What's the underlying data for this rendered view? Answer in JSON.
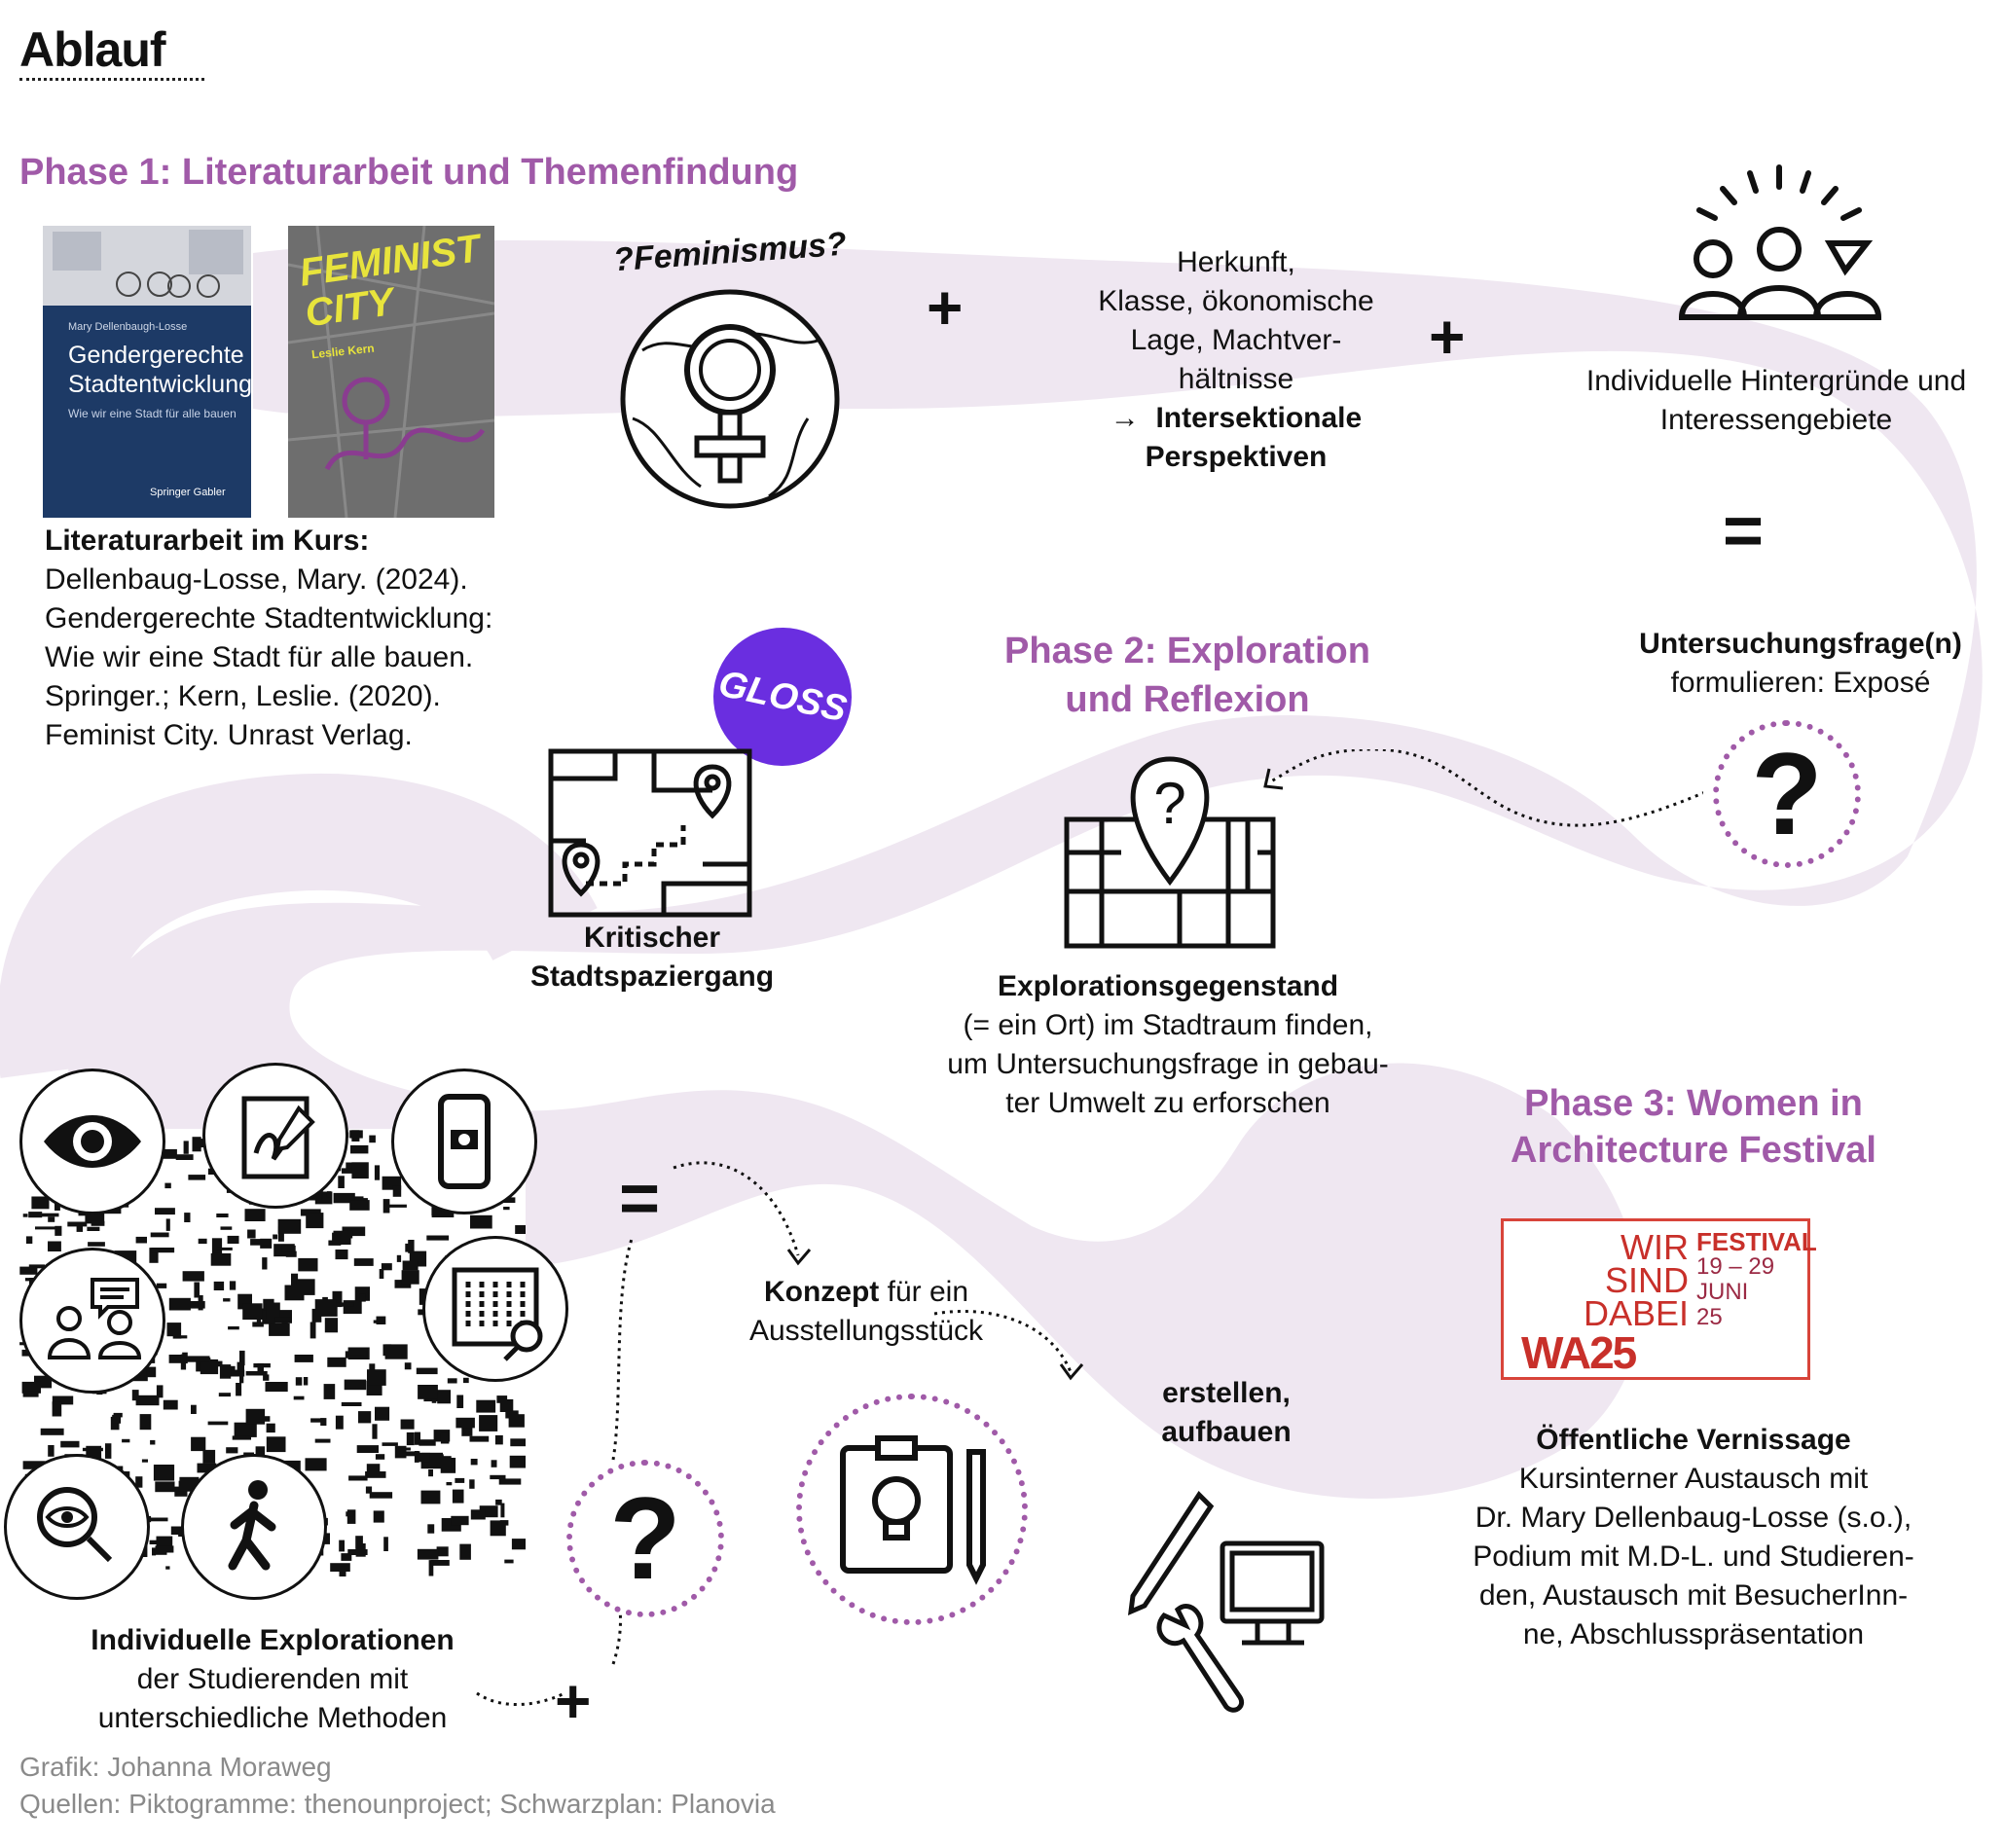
{
  "header": {
    "title": "Ablauf"
  },
  "phase1": {
    "heading": "Phase 1: Literaturarbeit und Themenfindung",
    "book1": {
      "author": "Mary Dellenbaugh-Losse",
      "title": "Gendergerechte Stadtentwicklung",
      "subtitle": "Wie wir eine Stadt für alle bauen",
      "publisher": "Springer Gabler"
    },
    "book2": {
      "title": "FEMINIST CITY",
      "author": "Leslie Kern"
    },
    "literature_heading": "Literaturarbeit im Kurs:",
    "literature_lines": [
      "Dellenbaug-Losse, Mary. (2024).",
      "Gendergerechte Stadtentwicklung:",
      "Wie wir eine Stadt für alle bauen.",
      "Springer.; Kern, Leslie. (2020).",
      "Feminist City. Unrast Verlag."
    ],
    "feminismus_label": "?Feminismus?",
    "plus1": "+",
    "intersection_lines": [
      "Herkunft,",
      "Klasse, ökonomische",
      "Lage, Machtver-",
      "hältnisse"
    ],
    "intersection_arrow": "→",
    "intersection_bold_1": "Intersektionale",
    "intersection_bold_2": "Perspektiven",
    "plus2": "+",
    "background_lines": [
      "Individuelle Hintergründe und",
      "Interessengebiete"
    ],
    "equals": "=",
    "question_bold": "Untersuchungsfrage(n)",
    "question_rest": "formulieren: Exposé",
    "question_mark": "?"
  },
  "phase2": {
    "heading_1": "Phase 2: Exploration",
    "heading_2": "und Reflexion",
    "gloss_label": "GLOSS",
    "walk_1": "Kritischer",
    "walk_2": "Stadtspaziergang",
    "object_bold": "Explorationsgegenstand",
    "object_lines": [
      "(= ein Ort) im Stadtraum finden,",
      "um Untersuchungsfrage in gebau-",
      "ter Umwelt zu erforschen"
    ]
  },
  "phase2_methods": {
    "individual_bold": "Individuelle Explorationen",
    "individual_lines": [
      "der Studierenden mit",
      "unterschiedliche Methoden"
    ],
    "equals": "=",
    "plus": "+",
    "question_mark": "?",
    "concept_bold": "Konzept",
    "concept_rest": " für ein",
    "concept_line2": "Ausstellungsstück",
    "build_1": "erstellen,",
    "build_2": "aufbauen"
  },
  "phase3": {
    "heading_1": "Phase 3: Women in",
    "heading_2": "Architecture Festival",
    "festival": {
      "left_lines": [
        "WIR",
        "SIND",
        "DABEI"
      ],
      "festival": "FESTIVAL",
      "dates": "19 – 29",
      "month": "JUNI",
      "year": "25",
      "logo": "WA25"
    },
    "vernissage_bold": "Öffentliche Vernissage",
    "vernissage_lines": [
      "Kursinterner Austausch mit",
      "Dr. Mary Dellenbaug-Losse (s.o.),",
      "Podium mit M.D-L. und Studieren-",
      "den, Austausch mit BesucherInn-",
      "ne, Abschlusspräsentation"
    ]
  },
  "footer": {
    "credit": "Grafik: Johanna Moraweg",
    "sources": "Quellen: Piktogramme: thenounproject; Schwarzplan: Planovia"
  },
  "colors": {
    "phase": "#a05aa8",
    "blob": "#efe7f1",
    "festival_red": "#c8302a"
  }
}
